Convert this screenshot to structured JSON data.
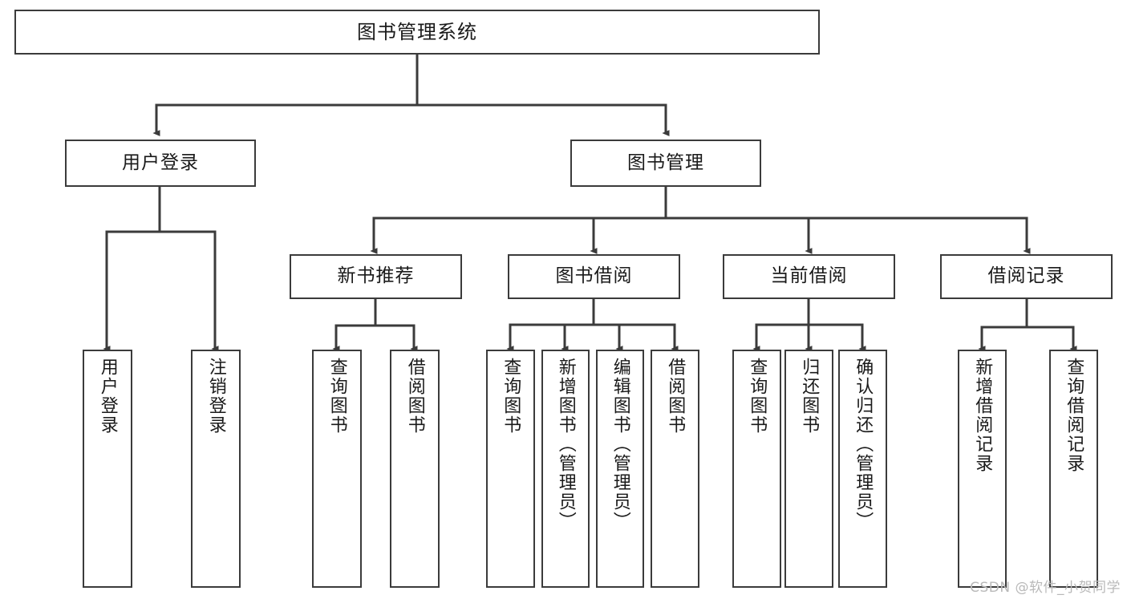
{
  "diagram": {
    "title": "图书管理系统",
    "type": "tree-hierarchy-diagram",
    "colors": {
      "background": "#ffffff",
      "box_border": "#3b3b3b",
      "box_fill": "#ffffff",
      "edge": "#3b3b3b",
      "text": "#1a1a1a",
      "watermark": "#b9b9b9"
    },
    "root": {
      "label": "图书管理系统"
    },
    "level2": [
      {
        "label": "用户登录"
      },
      {
        "label": "图书管理"
      }
    ],
    "level3": [
      {
        "label": "新书推荐"
      },
      {
        "label": "图书借阅"
      },
      {
        "label": "当前借阅"
      },
      {
        "label": "借阅记录"
      }
    ],
    "leaves": {
      "user_login": [
        {
          "label": "用户登录"
        },
        {
          "label": "注销登录"
        }
      ],
      "new_book_recommend": [
        {
          "label": "查询图书"
        },
        {
          "label": "借阅图书"
        }
      ],
      "book_borrow": [
        {
          "label": "查询图书"
        },
        {
          "label": "新增图书（管理员）"
        },
        {
          "label": "编辑图书（管理员）"
        },
        {
          "label": "借阅图书"
        }
      ],
      "current_borrow": [
        {
          "label": "查询图书"
        },
        {
          "label": "归还图书"
        },
        {
          "label": "确认归还（管理员）"
        }
      ],
      "borrow_record": [
        {
          "label": "新增借阅记录"
        },
        {
          "label": "查询借阅记录"
        }
      ]
    }
  },
  "watermark": {
    "text": "CSDN @软件_小贺同学"
  }
}
